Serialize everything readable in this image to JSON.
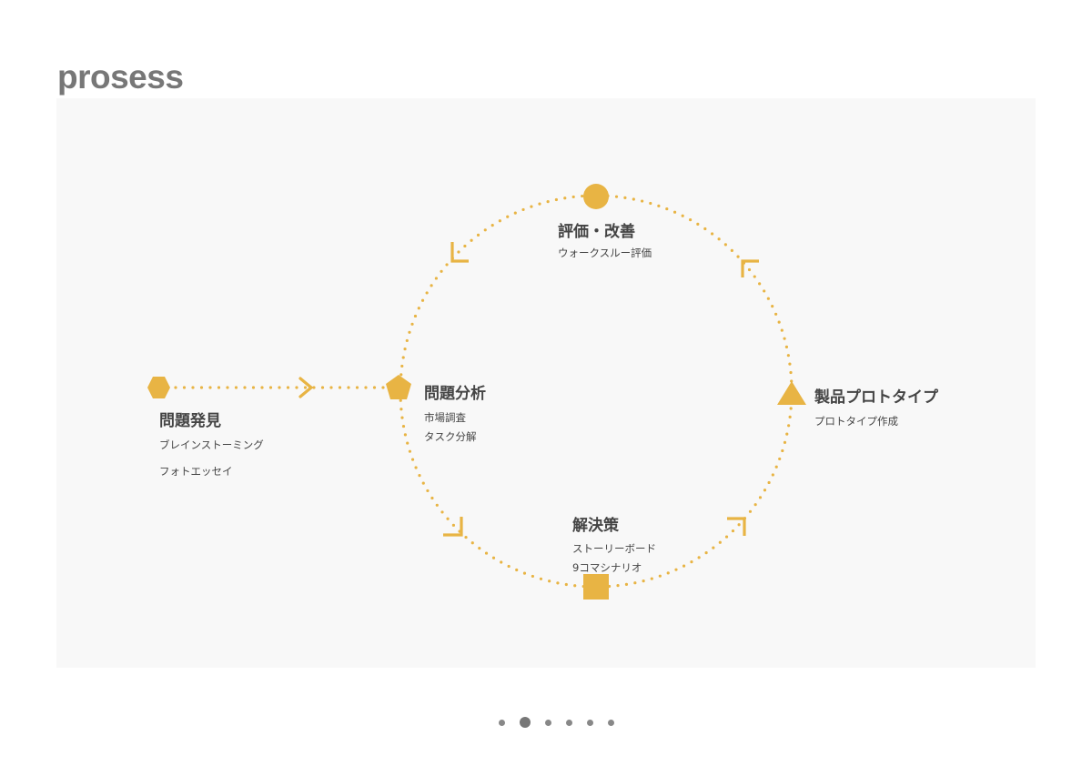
{
  "title": "prosess",
  "accent_color": "#e8b444",
  "steps": [
    {
      "heading": "問題発見",
      "items": [
        "ブレインストーミング",
        "フォトエッセイ"
      ],
      "shape": "hexagon"
    },
    {
      "heading": "問題分析",
      "items": [
        "市場調査",
        "タスク分解"
      ],
      "shape": "pentagon"
    },
    {
      "heading": "解決策",
      "items": [
        "ストーリーボード",
        "9コマシナリオ"
      ],
      "shape": "square"
    },
    {
      "heading": "製品プロトタイプ",
      "items": [
        "プロトタイプ作成"
      ],
      "shape": "triangle"
    },
    {
      "heading": "評価・改善",
      "items": [
        "ウォークスルー評価"
      ],
      "shape": "circle"
    }
  ],
  "pagination": {
    "total": 6,
    "active": 2
  }
}
